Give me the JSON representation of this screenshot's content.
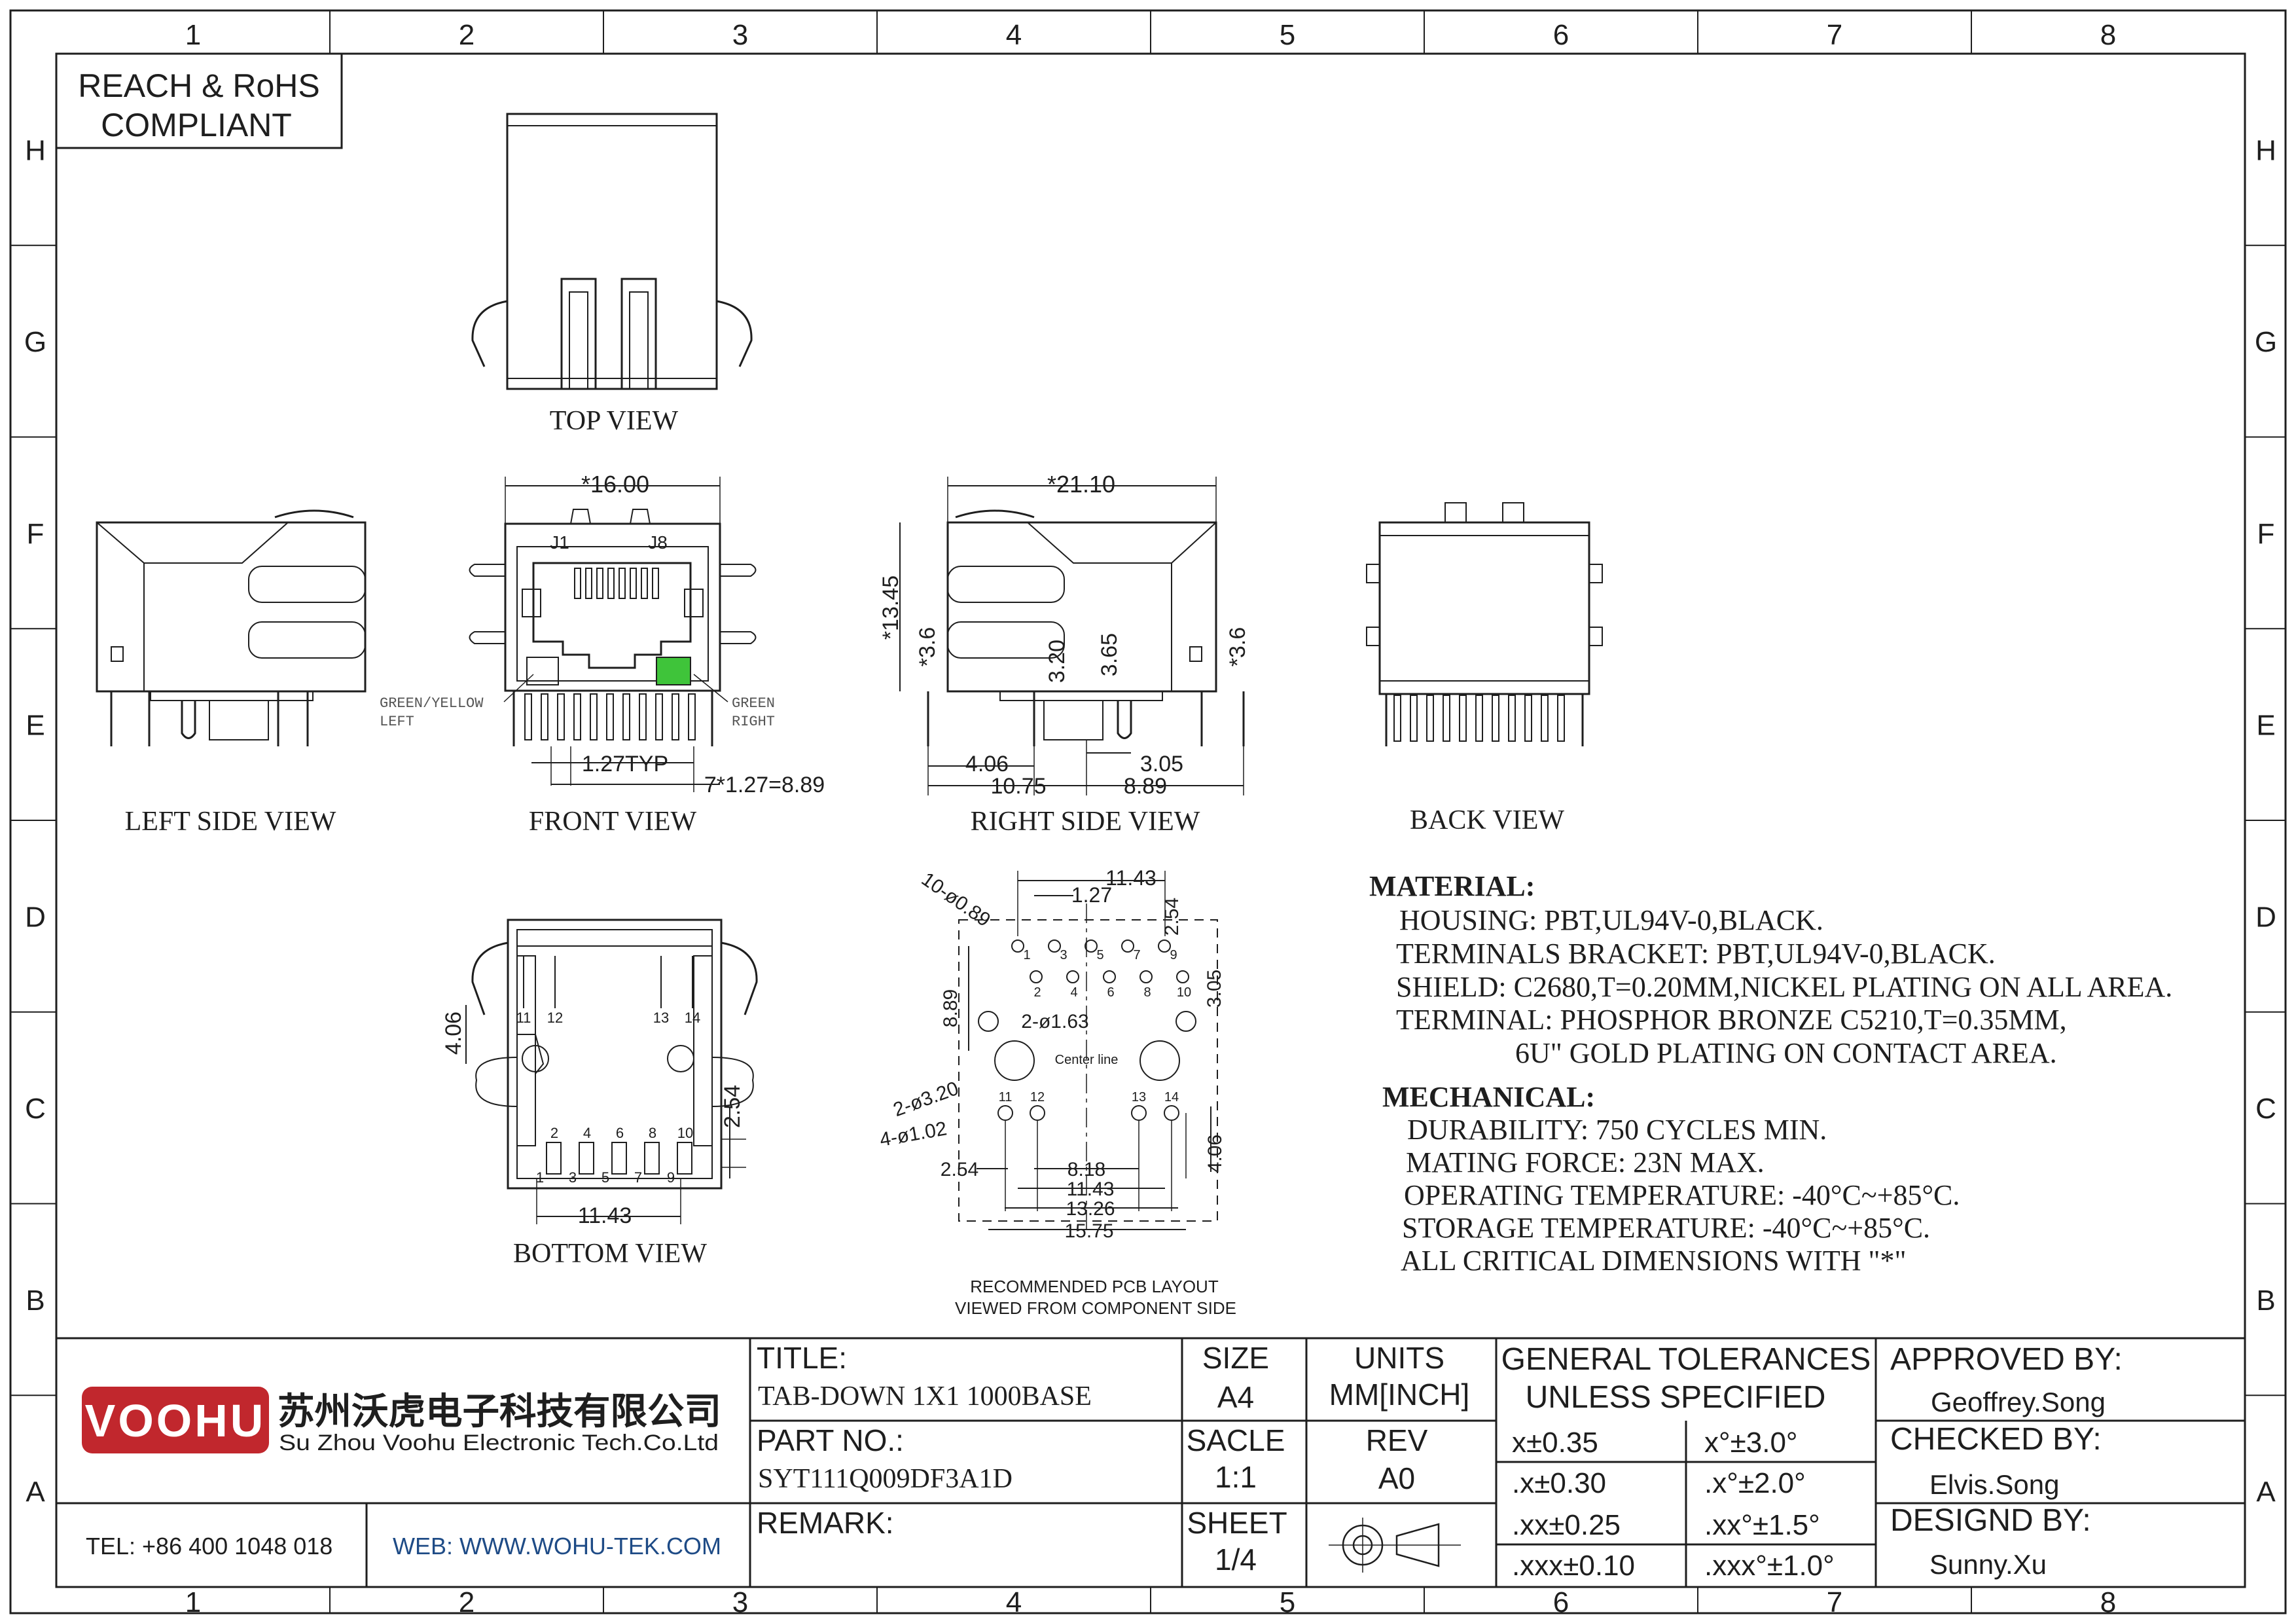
{
  "colors": {
    "ink": "#1e1e1e",
    "brand_red": "#c1272d",
    "led_green": "#3fc43a",
    "web_blue": "#1e4b86"
  },
  "border": {
    "columns": [
      "1",
      "2",
      "3",
      "4",
      "5",
      "6",
      "7",
      "8"
    ],
    "rows": [
      "H",
      "G",
      "F",
      "E",
      "D",
      "C",
      "B",
      "A"
    ]
  },
  "compliance": {
    "line1": "REACH & RoHS",
    "line2": "COMPLIANT"
  },
  "views": {
    "top": "TOP VIEW",
    "left_side": "LEFT SIDE VIEW",
    "front": "FRONT VIEW",
    "right_side": "RIGHT SIDE VIEW",
    "back": "BACK VIEW",
    "bottom": "BOTTOM VIEW",
    "pcb_line1": "RECOMMENDED PCB LAYOUT",
    "pcb_line2": "VIEWED FROM COMPONENT SIDE"
  },
  "front_view": {
    "width": "*16.00",
    "j1": "J1",
    "j8": "J8",
    "led_left": [
      "GREEN/YELLOW",
      "LEFT"
    ],
    "led_right": [
      "GREEN",
      "RIGHT"
    ],
    "pitch": "1.27TYP",
    "span": "7*1.27=8.89"
  },
  "right_side_view": {
    "length": "*21.10",
    "height": "*13.45",
    "h1": "*3.6",
    "h2": "3.20",
    "h3": "3.65",
    "h4": "*3.6",
    "d1": "4.06",
    "d2": "3.05",
    "d3": "10.75",
    "d4": "8.89"
  },
  "bottom_view": {
    "pins_top": [
      "2",
      "4",
      "6",
      "8",
      "10"
    ],
    "pins_bottom": [
      "1",
      "3",
      "5",
      "7",
      "9"
    ],
    "pins_shield": [
      "11",
      "12",
      "13",
      "14"
    ],
    "dim_406": "4.06",
    "dim_254": "2.54",
    "dim_1143": "11.43"
  },
  "pcb_layout": {
    "holes_odd": [
      "1",
      "3",
      "5",
      "7",
      "9"
    ],
    "holes_even": [
      "2",
      "4",
      "6",
      "8",
      "10"
    ],
    "holes_shield": [
      "11",
      "12",
      "13",
      "14"
    ],
    "d_1143_top": "11.43",
    "d_127": "1.27",
    "d_254_right": "2.54",
    "holes_089": "10-ø0.89",
    "d_305": "3.05",
    "d_889": "8.89",
    "holes_163": "2-ø1.63",
    "centerline": "Center line",
    "holes_320": "2-ø3.20",
    "holes_102": "4-ø1.02",
    "d_254": "2.54",
    "d_818": "8.18",
    "d_1143": "11.43",
    "d_1326": "13.26",
    "d_1575": "15.75",
    "d_406": "4.06"
  },
  "material": {
    "heading": "MATERIAL:",
    "lines": [
      "HOUSING: PBT,UL94V-0,BLACK.",
      "TERMINALS BRACKET: PBT,UL94V-0,BLACK.",
      "SHIELD: C2680,T=0.20MM,NICKEL PLATING ON ALL AREA.",
      "TERMINAL: PHOSPHOR BRONZE C5210,T=0.35MM,",
      "6U\" GOLD PLATING ON CONTACT AREA."
    ]
  },
  "mechanical": {
    "heading": "MECHANICAL:",
    "lines": [
      "DURABILITY: 750 CYCLES MIN.",
      "MATING FORCE: 23N MAX.",
      "OPERATING TEMPERATURE: -40°C~+85°C.",
      "STORAGE TEMPERATURE: -40°C~+85°C.",
      "ALL CRITICAL DIMENSIONS WITH \"*\""
    ]
  },
  "title_block": {
    "logo": "VOOHU",
    "company_cn": "苏州沃虎电子科技有限公司",
    "company_en": "Su Zhou Voohu Electronic Tech.Co.Ltd",
    "tel": "TEL: +86 400 1048 018",
    "web": "WEB: WWW.WOHU-TEK.COM",
    "title_label": "TITLE:",
    "title_value": "TAB-DOWN 1X1 1000BASE",
    "part_label": "PART NO.:",
    "part_value": "SYT111Q009DF3A1D",
    "remark_label": "REMARK:",
    "size_label": "SIZE",
    "size_value": "A4",
    "units_label": "UNITS",
    "units_value": "MM[INCH]",
    "scale_label": "SACLE",
    "scale_value": "1:1",
    "rev_label": "REV",
    "rev_value": "A0",
    "sheet_label": "SHEET",
    "sheet_value": "1/4",
    "tol_heading1": "GENERAL TOLERANCES",
    "tol_heading2": "UNLESS SPECIFIED",
    "tolerances": [
      [
        "x±0.35",
        "x°±3.0°"
      ],
      [
        ".x±0.30",
        ".x°±2.0°"
      ],
      [
        ".xx±0.25",
        ".xx°±1.5°"
      ],
      [
        ".xxx±0.10",
        ".xxx°±1.0°"
      ]
    ],
    "approved_label": "APPROVED BY:",
    "approved_value": "Geoffrey.Song",
    "checked_label": "CHECKED BY:",
    "checked_value": "Elvis.Song",
    "designed_label": "DESIGND BY:",
    "designed_value": "Sunny.Xu"
  }
}
